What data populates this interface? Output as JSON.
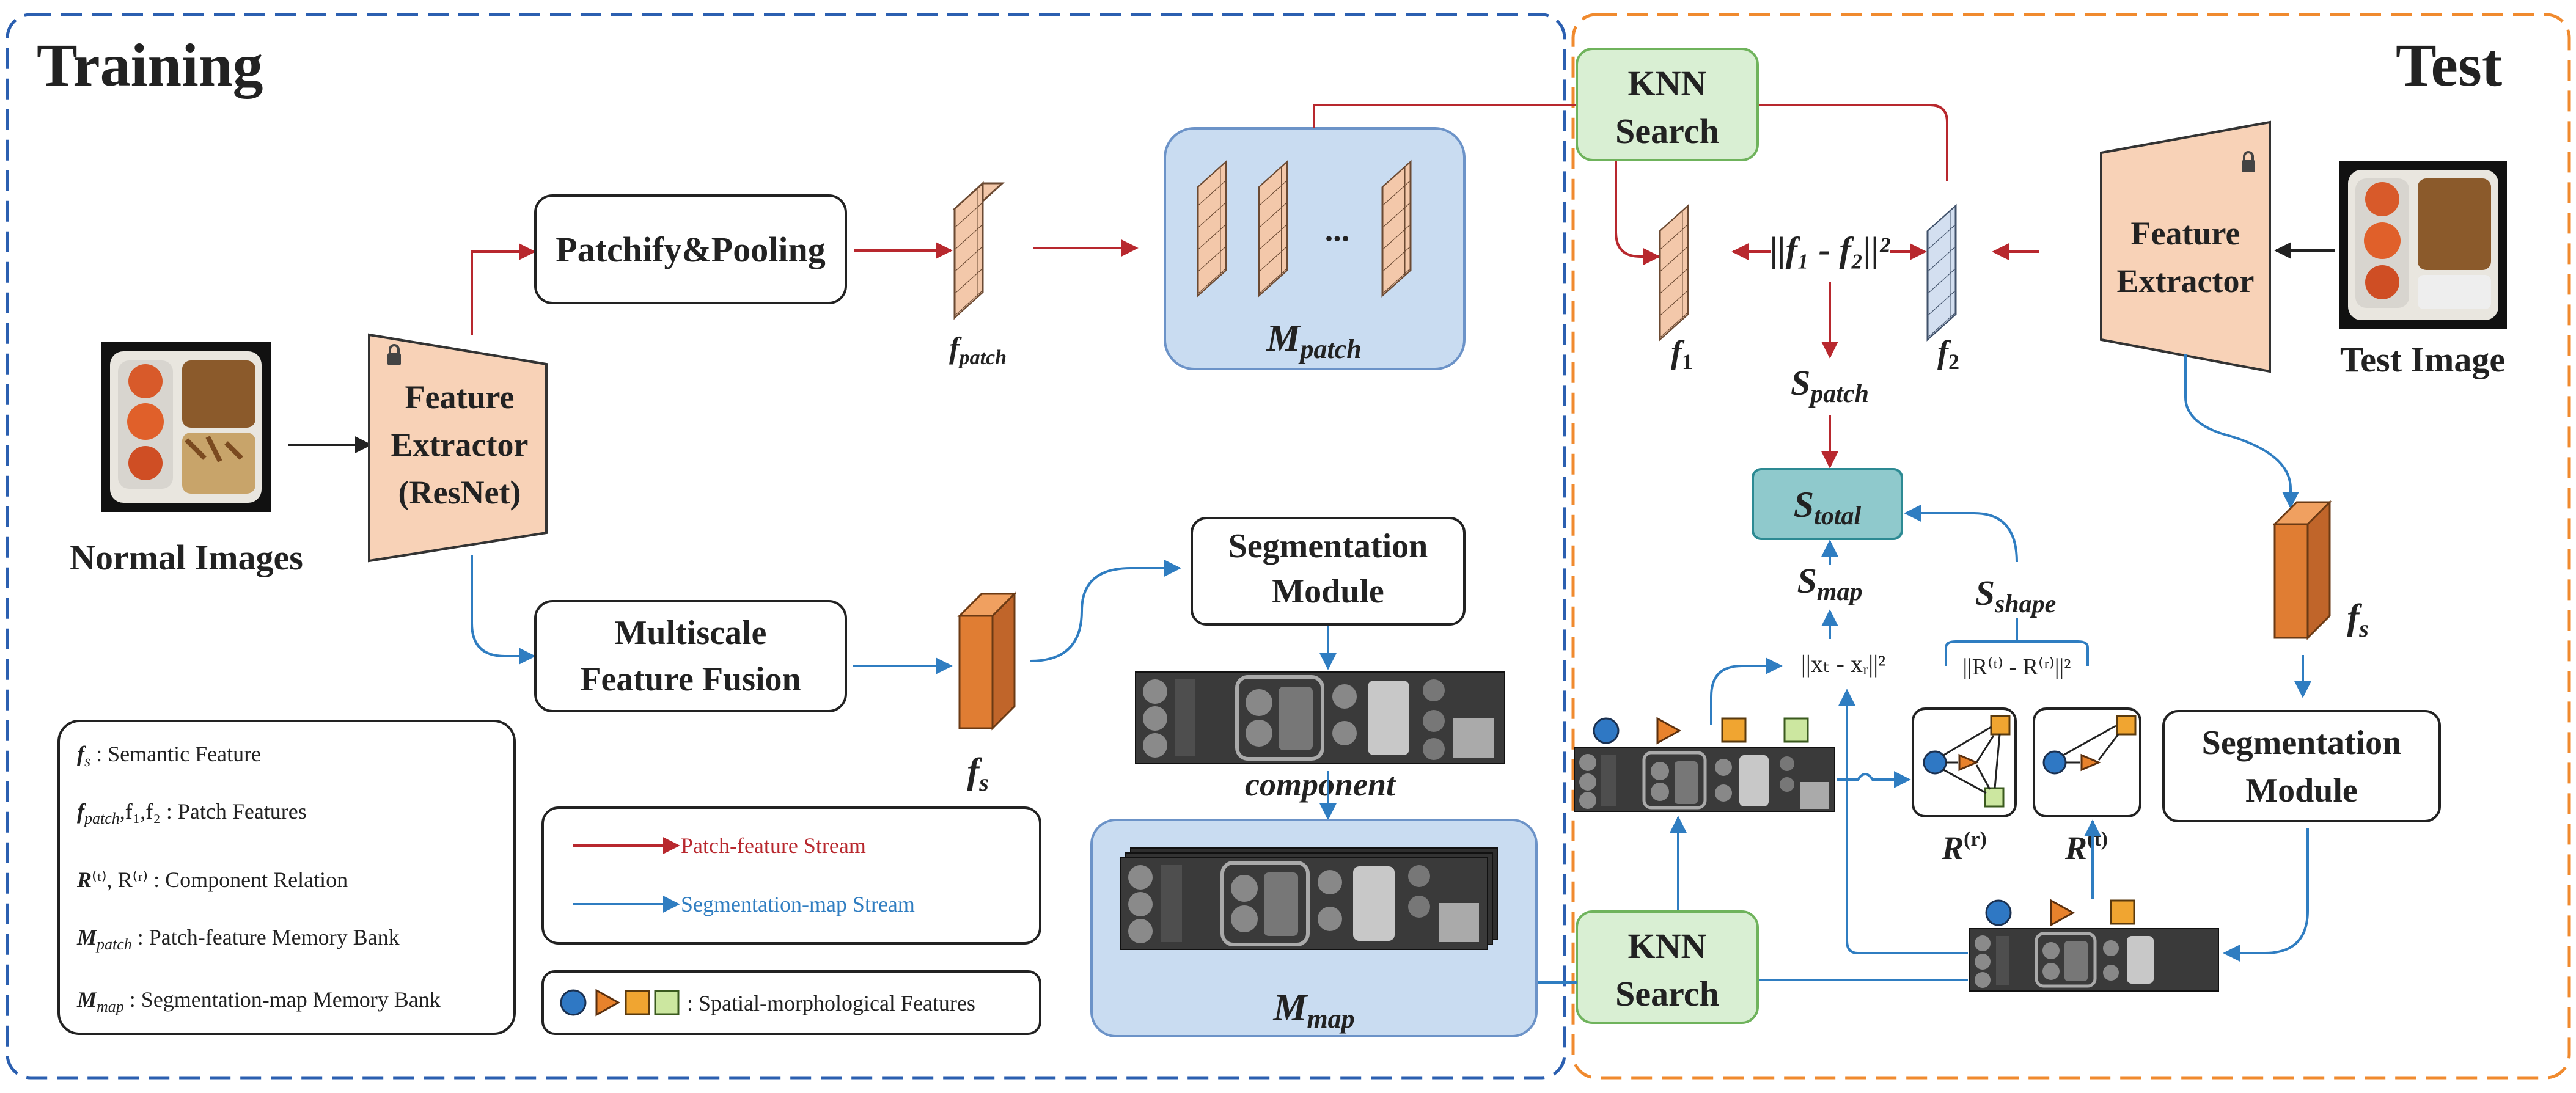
{
  "colors": {
    "training_border": "#2b5fb0",
    "test_border": "#f08a2e",
    "patch_stream": "#b8282e",
    "seg_stream": "#2f7dc1",
    "memory_bank_fill": "#c9dcf1",
    "memory_bank_stroke": "#6c93c8",
    "knn_fill": "#d9efd3",
    "knn_stroke": "#6fb35c",
    "stotal_fill": "#8fc9cc",
    "stotal_stroke": "#2d8a93",
    "extractor_fill": "#f8d2b7",
    "fpatch_fill": "#f3c8aa",
    "f2_fill": "#d3dff0",
    "fs_fill": "#e07d33",
    "tri_orange": "#e8822c",
    "sq_orange": "#f0a531",
    "sq_green": "#cce7a0",
    "circle_blue": "#2f78c4"
  },
  "training": {
    "title": "Training",
    "normal_images_label": "Normal Images",
    "feature_extractor": [
      "Feature",
      "Extractor",
      "(ResNet)"
    ],
    "patchify_label": "Patchify&Pooling",
    "fpatch_label": "f",
    "fpatch_sub": "patch",
    "mpatch_label": "M",
    "mpatch_sub": "patch",
    "mpatch_dots": "...",
    "multiscale_label": [
      "Multiscale",
      "Feature Fusion"
    ],
    "fs_label": "f",
    "fs_sub": "s",
    "segmentation_module": [
      "Segmentation",
      "Module"
    ],
    "component_label": "component",
    "mmap_label": "M",
    "mmap_sub": "map"
  },
  "test": {
    "title": "Test",
    "knn_top": [
      "KNN",
      "Search"
    ],
    "knn_bottom": [
      "KNN",
      "Search"
    ],
    "distance_label": "||f₁ - f₂||²",
    "f1_label": "f",
    "f1_sub": "1",
    "f2_label": "f",
    "f2_sub": "2",
    "feature_extractor": [
      "Feature",
      "Extractor"
    ],
    "test_image_label": "Test Image",
    "spatch_label": "S",
    "spatch_sub": "patch",
    "stotal_label": "S",
    "stotal_sub": "total",
    "smap_label": "S",
    "smap_sub": "map",
    "sshape_label": "S",
    "sshape_sub": "shape",
    "xt_xr_label": "||xₜ - xᵣ||²",
    "rt_rr_label": "||R⁽ᵗ⁾ - R⁽ʳ⁾||²",
    "rr_label": "R",
    "rr_sup": "(r)",
    "rt_label": "R",
    "rt_sup": "(t)",
    "fs_label": "f",
    "fs_sub": "s",
    "segmentation_module": [
      "Segmentation",
      "Module"
    ]
  },
  "legend": {
    "items": [
      {
        "sym": "f",
        "sub": "s",
        "text": " : Semantic Feature"
      },
      {
        "sym": "f",
        "sub": "patch",
        "text": ",f₁,f₂ : Patch Features"
      },
      {
        "sym": "R",
        "sub": "",
        "text": "⁽ᵗ⁾, R⁽ʳ⁾ : Component Relation"
      },
      {
        "sym": "M",
        "sub": "patch",
        "text": " : Patch-feature Memory Bank"
      },
      {
        "sym": "M",
        "sub": "map",
        "text": " : Segmentation-map Memory Bank"
      }
    ],
    "patch_stream": "Patch-feature Stream",
    "seg_stream": "Segmentation-map Stream",
    "spatial_features": ": Spatial-morphological Features"
  }
}
